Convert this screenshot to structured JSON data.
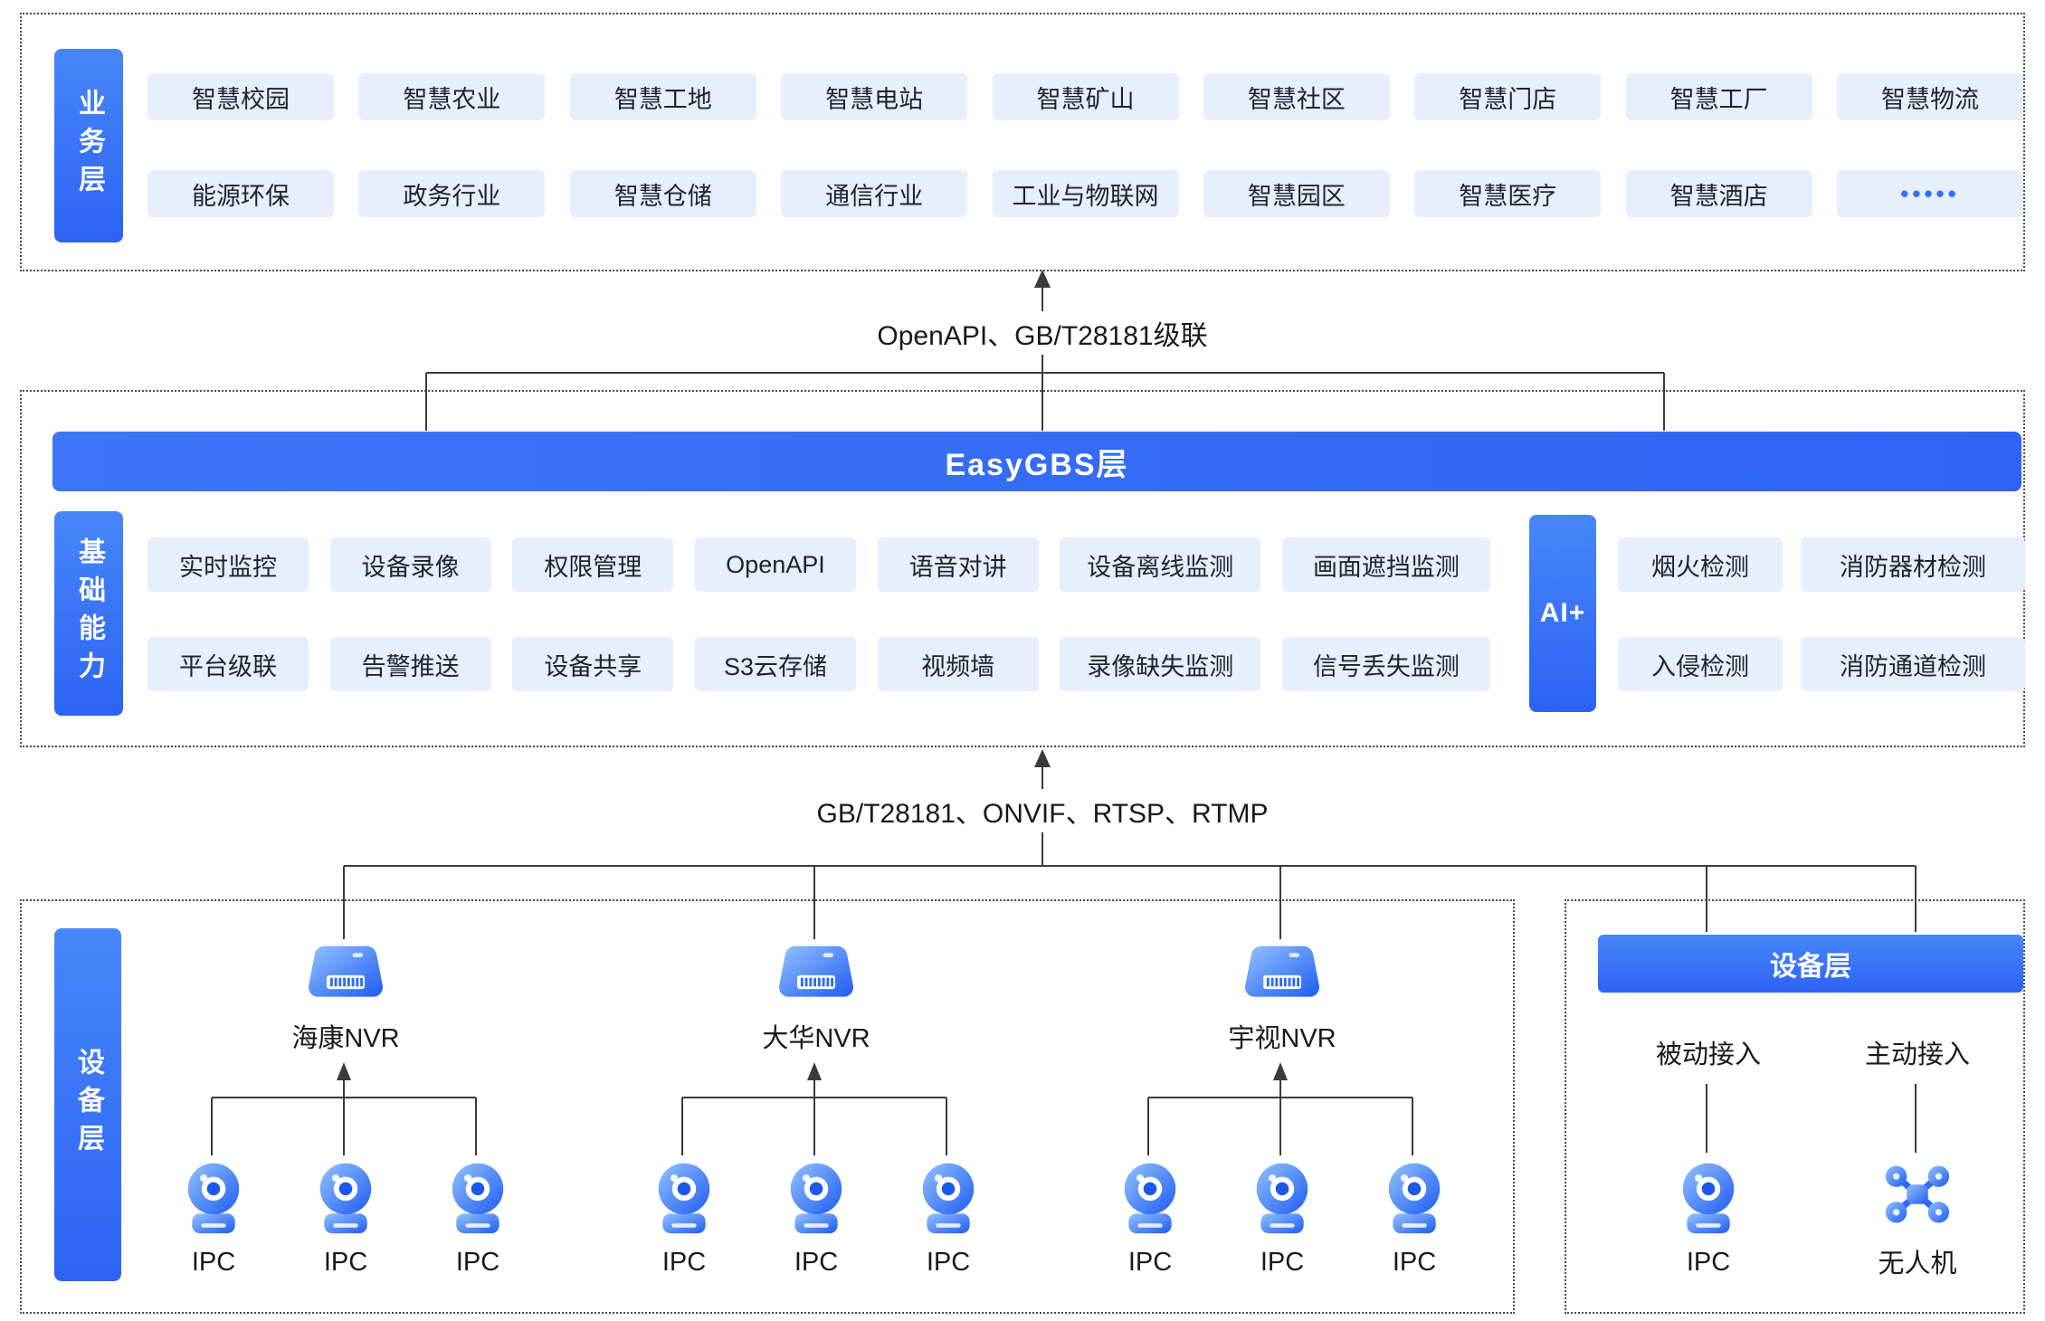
{
  "colors": {
    "accent": "#3370f7",
    "pill_bg": "#e7eefc",
    "line": "#3b3b3b"
  },
  "business_layer": {
    "label": "业务层",
    "row1": [
      "智慧校园",
      "智慧农业",
      "智慧工地",
      "智慧电站",
      "智慧矿山",
      "智慧社区",
      "智慧门店",
      "智慧工厂",
      "智慧物流"
    ],
    "row2": [
      "能源环保",
      "政务行业",
      "智慧仓储",
      "通信行业",
      "工业与物联网",
      "智慧园区",
      "智慧医疗",
      "智慧酒店",
      "•••••"
    ]
  },
  "connector_top": {
    "label": "OpenAPI、GB/T28181级联"
  },
  "platform_layer": {
    "title": "EasyGBS层",
    "label": "基础能力",
    "capabilities_row1": [
      "实时监控",
      "设备录像",
      "权限管理",
      "OpenAPI",
      "语音对讲",
      "设备离线监测",
      "画面遮挡监测"
    ],
    "capabilities_row2": [
      "平台级联",
      "告警推送",
      "设备共享",
      "S3云存储",
      "视频墙",
      "录像缺失监测",
      "信号丢失监测"
    ],
    "ai_label": "AI+",
    "ai_row1": [
      "烟火检测",
      "消防器材检测"
    ],
    "ai_row2": [
      "入侵检测",
      "消防通道检测"
    ]
  },
  "connector_bottom": {
    "label": "GB/T28181、ONVIF、RTSP、RTMP"
  },
  "device_layer": {
    "label": "设备层",
    "nvr_groups": [
      {
        "name": "海康NVR",
        "cameras": [
          "IPC",
          "IPC",
          "IPC"
        ]
      },
      {
        "name": "大华NVR",
        "cameras": [
          "IPC",
          "IPC",
          "IPC"
        ]
      },
      {
        "name": "宇视NVR",
        "cameras": [
          "IPC",
          "IPC",
          "IPC"
        ]
      }
    ]
  },
  "access_panel": {
    "title": "设备层",
    "passive_label": "被动接入",
    "passive_device": "IPC",
    "active_label": "主动接入",
    "active_device": "无人机"
  },
  "icons": {
    "nvr": "nvr-recorder-icon",
    "camera": "ipc-camera-icon",
    "drone": "drone-icon"
  }
}
